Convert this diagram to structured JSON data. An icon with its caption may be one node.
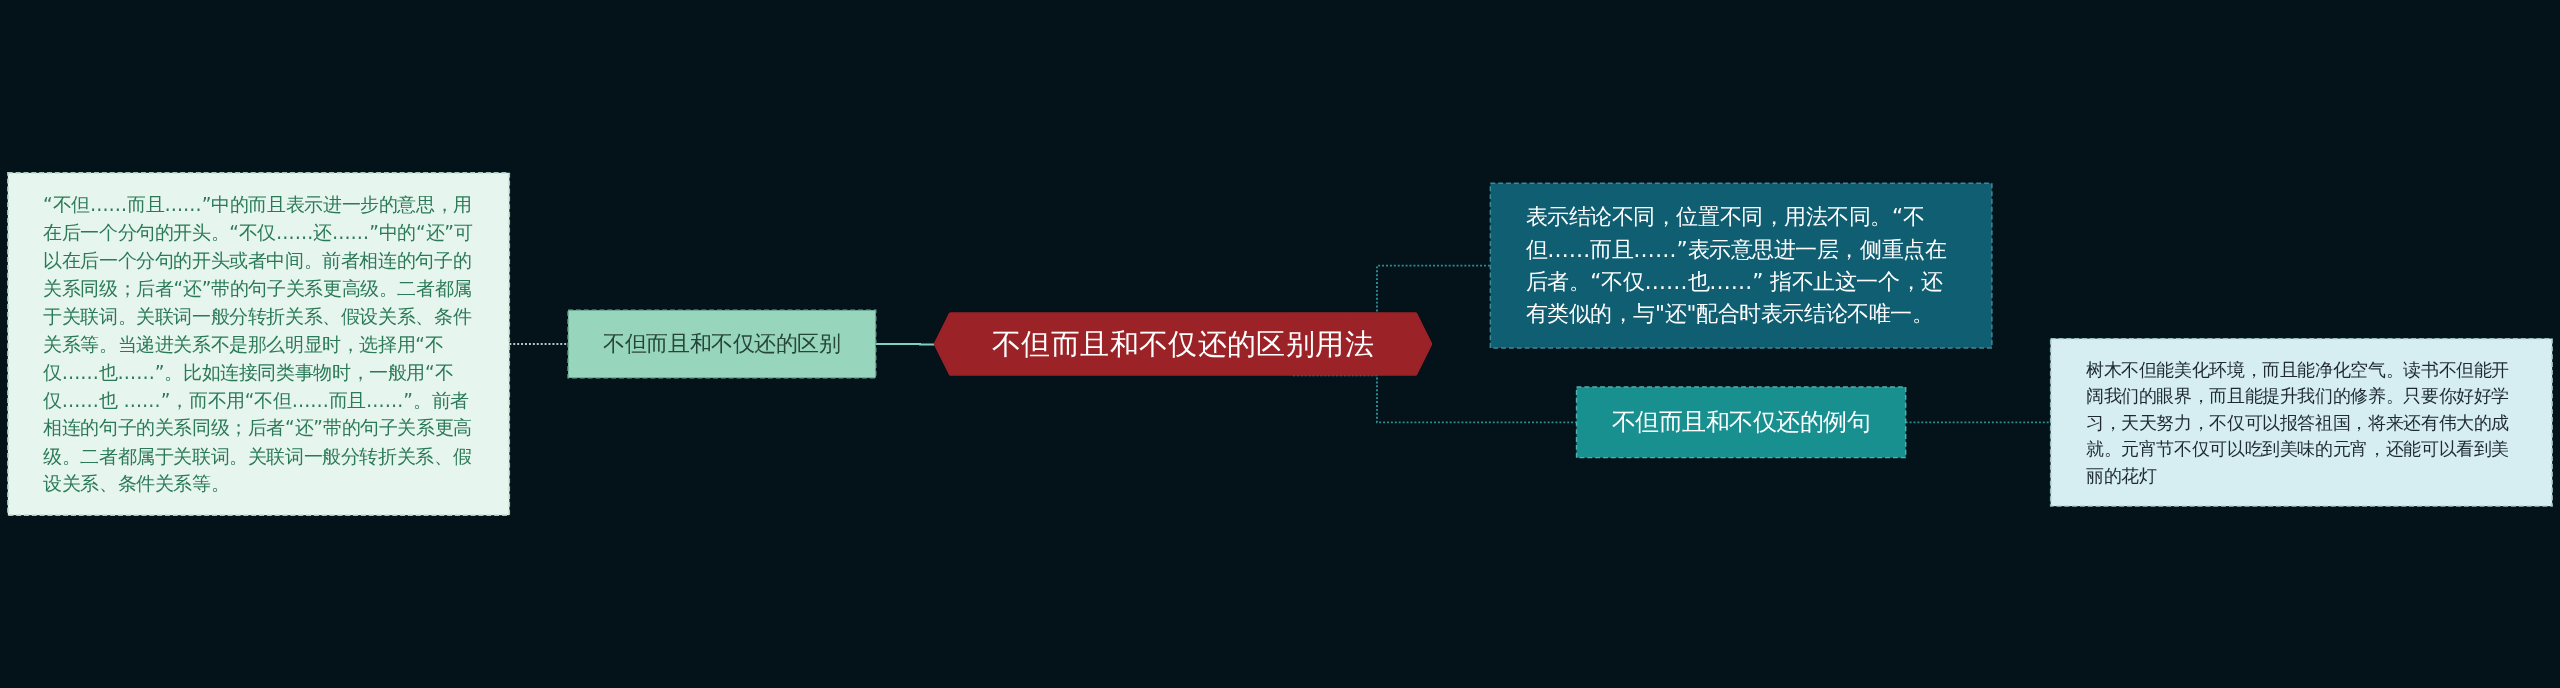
{
  "diagram": {
    "nodes": [
      {
        "text": [
          "“不但……而且……”中的而且表示进一步的意思，用在后一个分句的开头。“不仅……还……”中的“还”可以在后一个分句的开头或者中间。前者相连的句子的关系同级；后者“还”带的句子关系更高级。二者都属于关联词。关联词一般分转折关系、假设关系、条件关系等。当递进关系不是那么明显时，选择用“不仅……也……”。比如连接同类事物时，一般用“不仅……也 ……”，而不用“不但……而且……”。前者相连的句子的关系同级；后者“还”带的句子关系更高级。二者都属于关联词。关联词一般分转折关系、假设关系、条件关系等。"
        ]
      },
      {
        "text": [
          "不但而且和不仅还的区别"
        ]
      },
      {
        "text": [
          "不但而且和不仅还的区别用法"
        ]
      },
      {
        "text": [
          "表示结论不同，位置不同，用法不同。“不但……而且……”表示意思进一层，侧重点在后者。“不仅……也……” 指不止这一个，还有类似的，与\"还\"配合时表示结论不唯一。"
        ]
      },
      {
        "text": [
          "不但而且和不仅还的例句"
        ]
      },
      {
        "text": [
          "树木不但能美化环境，而且能净化空气。读书不但能开阔我们的眼界，而且能提升我们的修养。只要你好好学习，天天努力，不仅可以报答祖国，将来还有伟大的成就。元宵节不仅可以吃到美味的元宵，还能可以看到美丽的花灯"
        ]
      }
    ],
    "edges": [
      {
        "from": 0,
        "to": 1,
        "arrow": "none",
        "style": "dashed",
        "color": "#b3cfc6"
      },
      {
        "from": 1,
        "to": 2,
        "arrow": "none",
        "color": "#7fcfc6"
      },
      {
        "from": 2,
        "to": 3,
        "arrow": "none",
        "style": "dashed"
      },
      {
        "from": 2,
        "to": 4,
        "arrow": "none",
        "style": "dashed"
      },
      {
        "from": 4,
        "to": 5,
        "arrow": "none",
        "style": "dashed"
      }
    ]
  }
}
